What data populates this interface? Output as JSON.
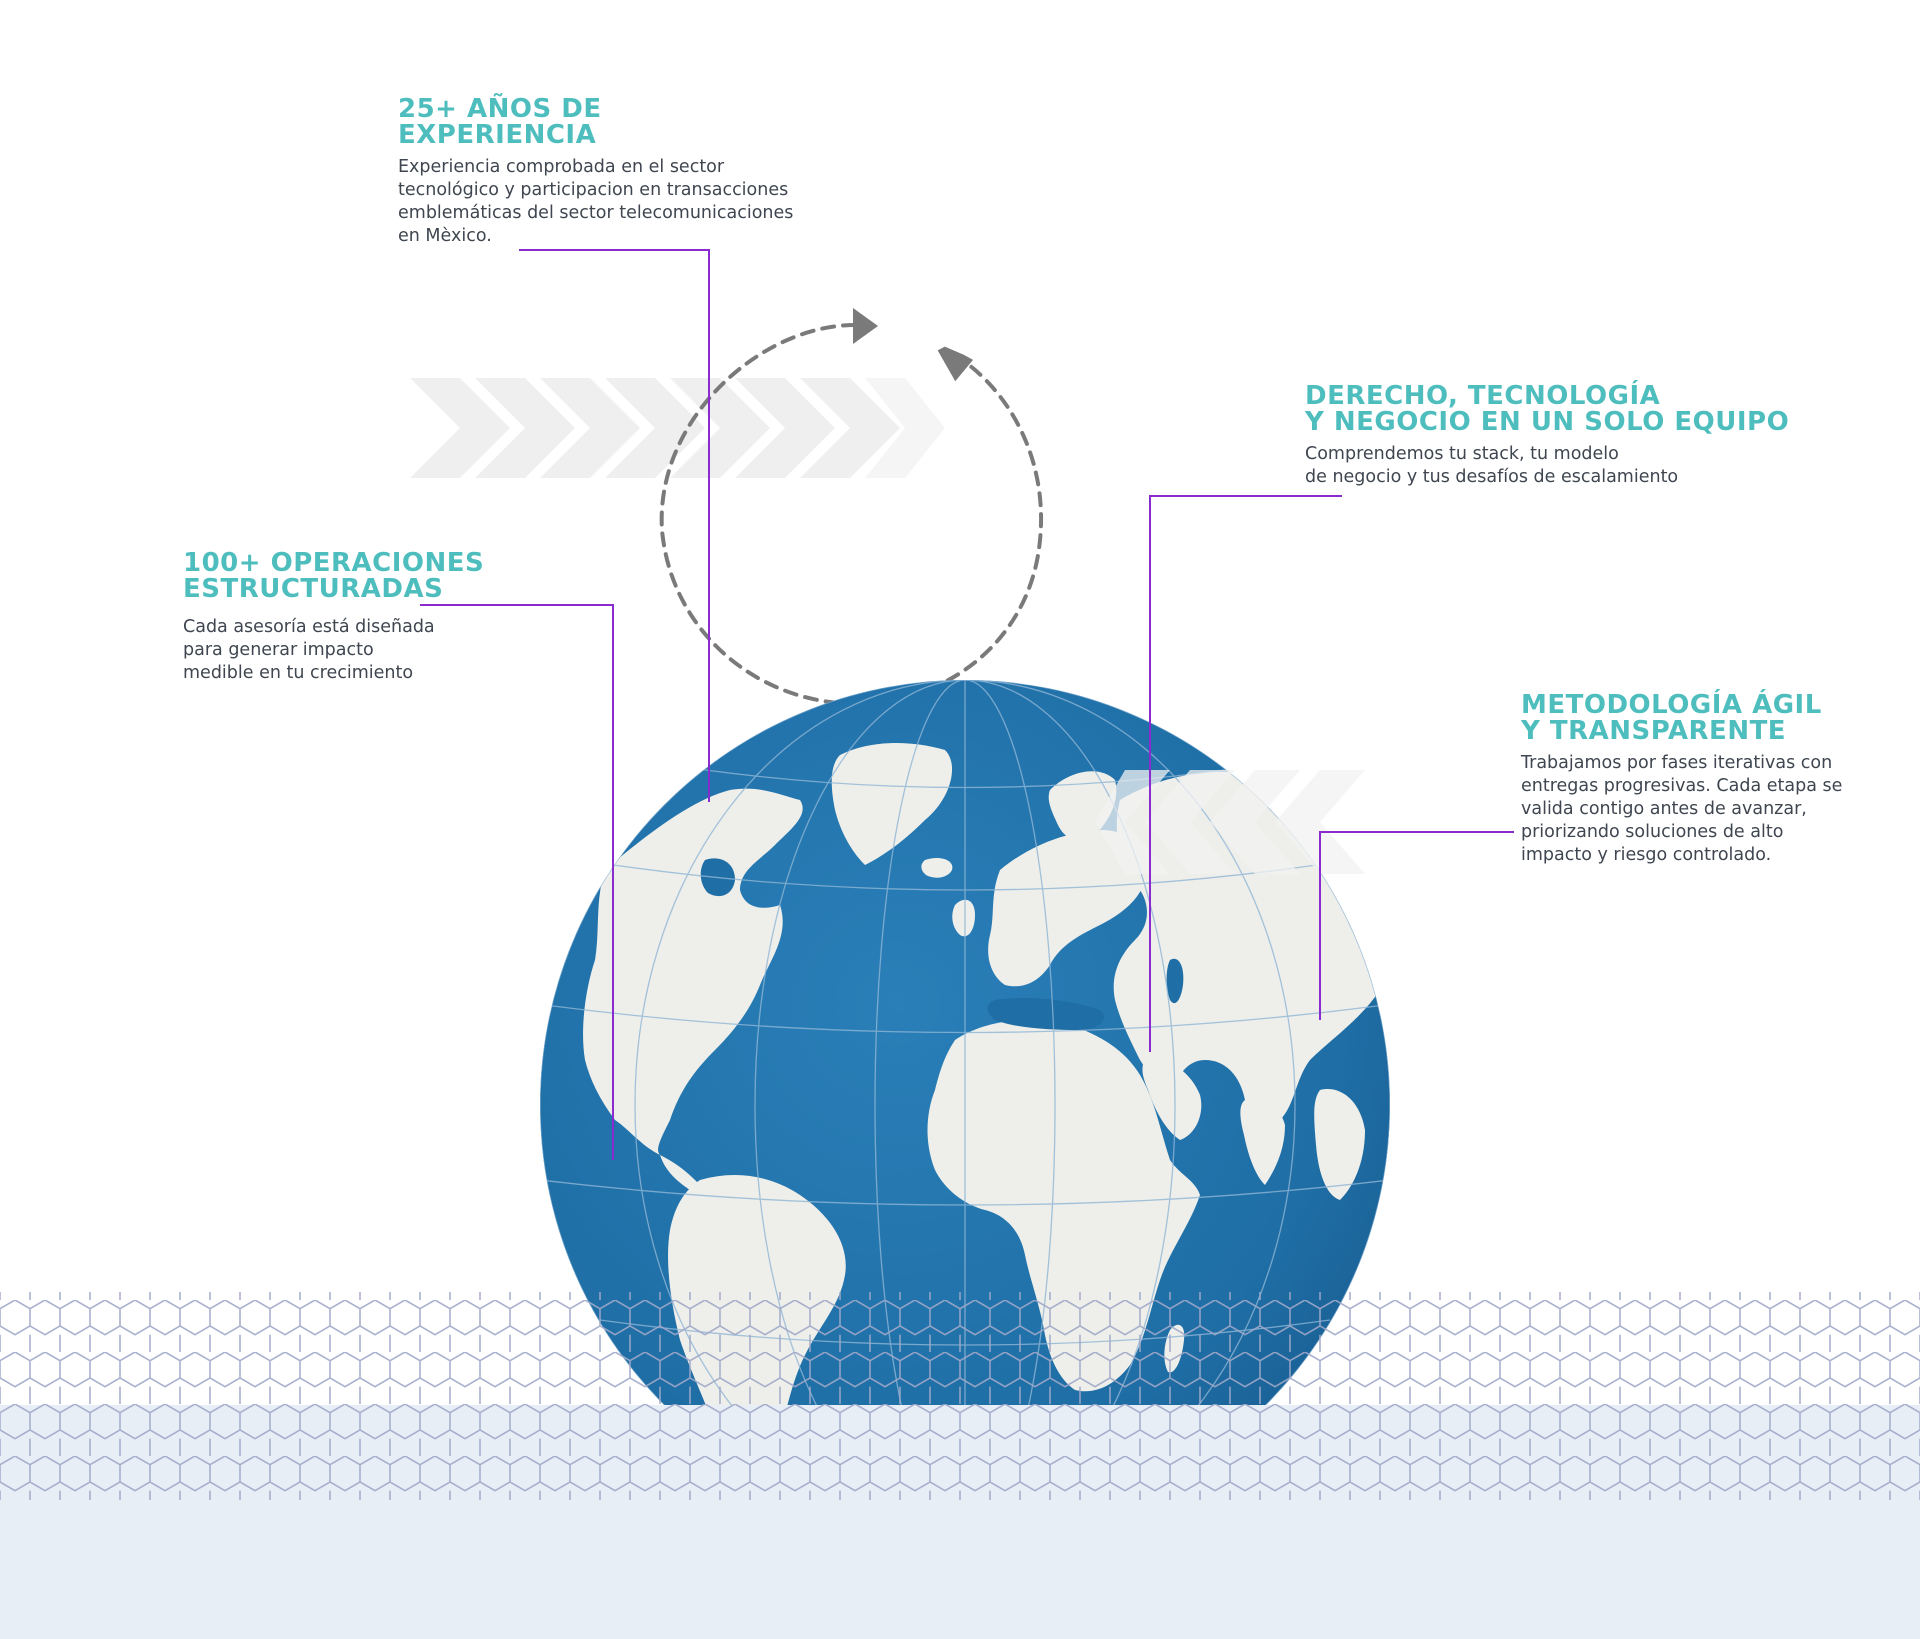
{
  "colors": {
    "heading": "#4dbdbd",
    "body_text": "#3f4650",
    "leader_line": "#8a2bd0",
    "ocean": "#1f6ea6",
    "land": "#eeeeea",
    "hex_pattern": "#9fa8c8",
    "floor": "#e8eef6",
    "chevrons": "#f0f0f0",
    "arrow": "#7a7a7a"
  },
  "callouts": {
    "experience": {
      "title_lines": [
        "25+ AÑOS DE",
        "EXPERIENCIA"
      ],
      "text_lines": [
        "Experiencia comprobada en el sector",
        "tecnológico y participacion en transacciones",
        "emblemáticas del sector telecomunicaciones",
        "en Mèxico."
      ]
    },
    "operations": {
      "title_lines": [
        "100+ OPERACIONES",
        "ESTRUCTURADAS"
      ],
      "text_lines": [
        "Cada asesoría está diseñada",
        "para generar impacto",
        "medible en tu crecimiento"
      ]
    },
    "law_tech": {
      "title_lines": [
        "DERECHO, TECNOLOGÍA",
        "Y NEGOCIO EN UN SOLO EQUIPO"
      ],
      "text_lines": [
        "Comprendemos tu stack, tu modelo",
        "de negocio y tus desafíos de escalamiento"
      ]
    },
    "methodology": {
      "title_lines": [
        "METODOLOGÍA ÁGIL",
        "Y TRANSPARENTE"
      ],
      "text_lines": [
        "Trabajamos por fases iterativas con",
        "entregas progresivas. Cada etapa se",
        "valida contigo antes de avanzar,",
        "priorizando soluciones de alto",
        "impacto y riesgo controlado."
      ]
    }
  },
  "decor": {
    "globe": "world-globe-illustration",
    "cycle_arrow": "circular-dashed-arrow-icon",
    "chevrons": "chevron-arrows-decoration",
    "pattern": "hexagon-mesh-pattern"
  }
}
